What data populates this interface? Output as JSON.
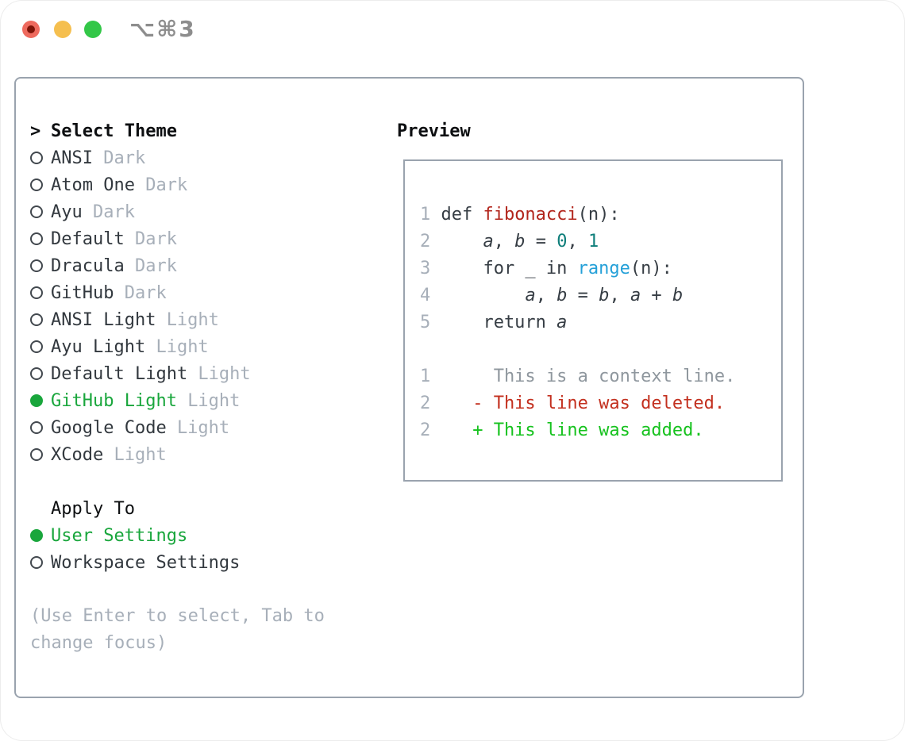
{
  "window": {
    "title_shortcut": "⌥⌘3",
    "traffic_lights": {
      "close_color": "#ee6a5e",
      "minimize_color": "#f5bf4f",
      "maximize_color": "#33c748"
    }
  },
  "colors": {
    "accent_green": "#19a63c",
    "diff_added_green": "#16c21e",
    "diff_deleted_red": "#c3301f",
    "function_red": "#b2251c",
    "number_teal": "#0e7e7a",
    "builtin_blue": "#24a0d8",
    "muted_gray": "#a7afb9",
    "panel_border": "#9aa3ae"
  },
  "theme_picker": {
    "header": {
      "prefix": ">",
      "label": "Select Theme"
    },
    "items": [
      {
        "name": "ANSI",
        "tag": "Dark",
        "selected": false
      },
      {
        "name": "Atom One",
        "tag": "Dark",
        "selected": false
      },
      {
        "name": "Ayu",
        "tag": "Dark",
        "selected": false
      },
      {
        "name": "Default",
        "tag": "Dark",
        "selected": false
      },
      {
        "name": "Dracula",
        "tag": "Dark",
        "selected": false
      },
      {
        "name": "GitHub",
        "tag": "Dark",
        "selected": false
      },
      {
        "name": "ANSI Light",
        "tag": "Light",
        "selected": false
      },
      {
        "name": "Ayu Light",
        "tag": "Light",
        "selected": false
      },
      {
        "name": "Default Light",
        "tag": "Light",
        "selected": false
      },
      {
        "name": "GitHub Light",
        "tag": "Light",
        "selected": true
      },
      {
        "name": "Google Code",
        "tag": "Light",
        "selected": false
      },
      {
        "name": "XCode",
        "tag": "Light",
        "selected": false
      }
    ],
    "apply_to": {
      "label": "Apply To",
      "options": [
        {
          "name": "User Settings",
          "selected": true
        },
        {
          "name": "Workspace Settings",
          "selected": false
        }
      ]
    },
    "hint": "(Use Enter to select, Tab to change focus)"
  },
  "preview": {
    "label": "Preview",
    "code_lines": [
      {
        "num": "1",
        "segments": [
          {
            "text": "def ",
            "style": "code"
          },
          {
            "text": "fibonacci",
            "style": "func"
          },
          {
            "text": "(n):",
            "style": "code"
          }
        ]
      },
      {
        "num": "2",
        "segments": [
          {
            "text": "    ",
            "style": "code"
          },
          {
            "text": "a",
            "style": "var"
          },
          {
            "text": ", ",
            "style": "code"
          },
          {
            "text": "b",
            "style": "var"
          },
          {
            "text": " = ",
            "style": "code"
          },
          {
            "text": "0",
            "style": "numlit"
          },
          {
            "text": ", ",
            "style": "code"
          },
          {
            "text": "1",
            "style": "numlit"
          }
        ]
      },
      {
        "num": "3",
        "segments": [
          {
            "text": "    for _ in ",
            "style": "code"
          },
          {
            "text": "range",
            "style": "builtin"
          },
          {
            "text": "(n):",
            "style": "code"
          }
        ]
      },
      {
        "num": "4",
        "segments": [
          {
            "text": "        ",
            "style": "code"
          },
          {
            "text": "a",
            "style": "var"
          },
          {
            "text": ", ",
            "style": "code"
          },
          {
            "text": "b",
            "style": "var"
          },
          {
            "text": " = ",
            "style": "code"
          },
          {
            "text": "b",
            "style": "var"
          },
          {
            "text": ", ",
            "style": "code"
          },
          {
            "text": "a",
            "style": "var"
          },
          {
            "text": " + ",
            "style": "code"
          },
          {
            "text": "b",
            "style": "var"
          }
        ]
      },
      {
        "num": "5",
        "segments": [
          {
            "text": "    return ",
            "style": "code"
          },
          {
            "text": "a",
            "style": "var"
          }
        ]
      },
      {
        "num": "",
        "segments": []
      },
      {
        "num": "1",
        "segments": [
          {
            "text": "     This is a context line.",
            "style": "context"
          }
        ]
      },
      {
        "num": "2",
        "segments": [
          {
            "text": "   - This line was deleted.",
            "style": "deleted"
          }
        ]
      },
      {
        "num": "2",
        "segments": [
          {
            "text": "   + This line was added.",
            "style": "added"
          }
        ]
      }
    ]
  }
}
